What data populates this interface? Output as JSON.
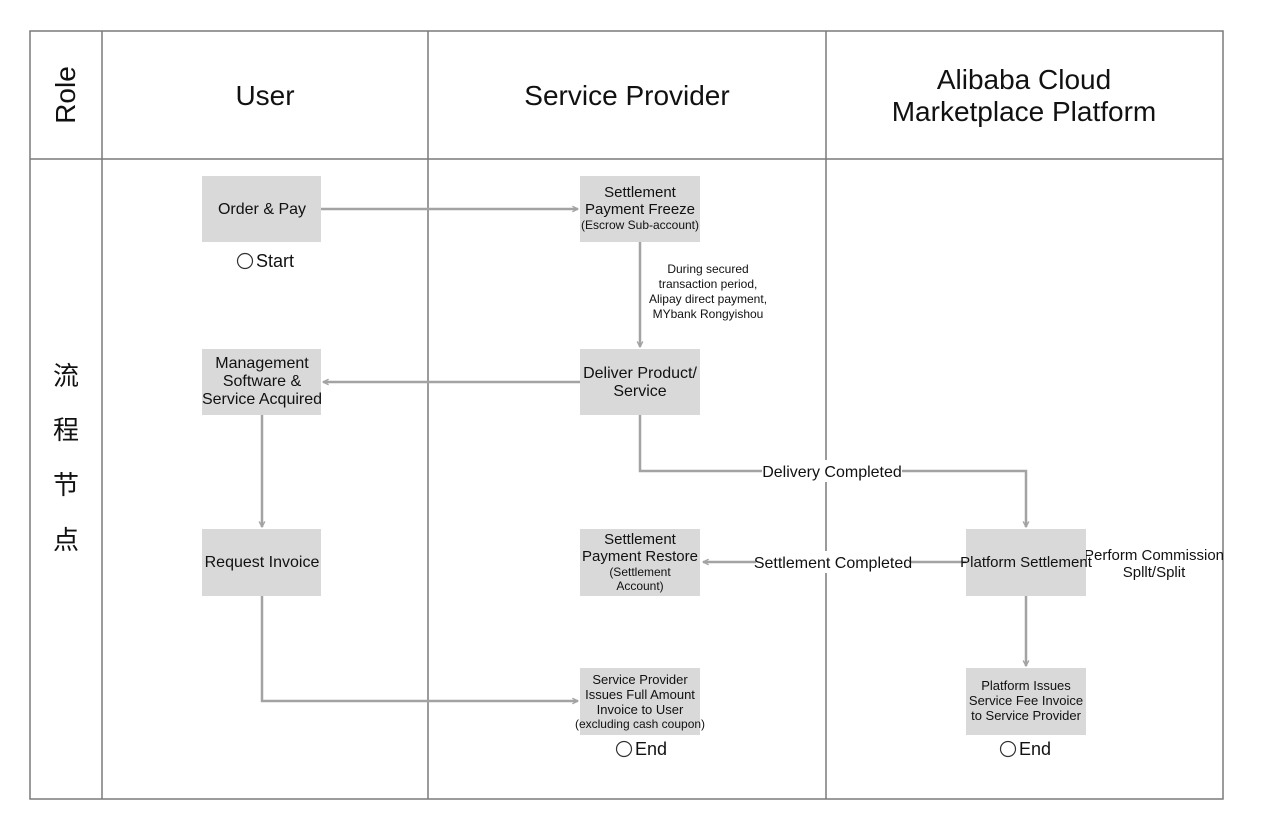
{
  "header": {
    "role": "Role",
    "user": "User",
    "service_provider": "Service Provider",
    "platform_line1": "Alibaba Cloud",
    "platform_line2": "Marketplace Platform"
  },
  "row_label": [
    "流",
    "程",
    "节",
    "点"
  ],
  "nodes": {
    "order_pay": "Order & Pay",
    "start": "Start",
    "freeze_1": "Settlement",
    "freeze_2": "Payment Freeze",
    "freeze_3": "(Escrow Sub-account)",
    "mgmt_1": "Management",
    "mgmt_2": "Software &",
    "mgmt_3": "Service Acquired",
    "deliver_1": "Deliver Product/",
    "deliver_2": "Service",
    "request_invoice": "Request Invoice",
    "restore_1": "Settlement",
    "restore_2": "Payment Restore",
    "restore_3": "(Settlement",
    "restore_4": "Account)",
    "platform_settlement": "Platform Settlement",
    "sp_invoice_1": "Service Provider",
    "sp_invoice_2": "Issues Full Amount",
    "sp_invoice_3": "Invoice to User",
    "sp_invoice_4": "(excluding cash coupon)",
    "end_sp": "End",
    "pf_invoice_1": "Platform Issues",
    "pf_invoice_2": "Service Fee Invoice",
    "pf_invoice_3": "to Service Provider",
    "end_pf": "End"
  },
  "labels": {
    "secured_1": "During secured",
    "secured_2": "transaction period,",
    "secured_3": "Alipay direct payment,",
    "secured_4": "MYbank Rongyishou",
    "delivery_completed": "Delivery Completed",
    "settlement_completed": "Settlement Completed",
    "commission_1": "Perform Commission",
    "commission_2": "Spllt/Split"
  },
  "colors": {
    "node_fill": "#d9d9d9",
    "arrow": "#a3a3a3",
    "border": "#7a7a7a"
  }
}
